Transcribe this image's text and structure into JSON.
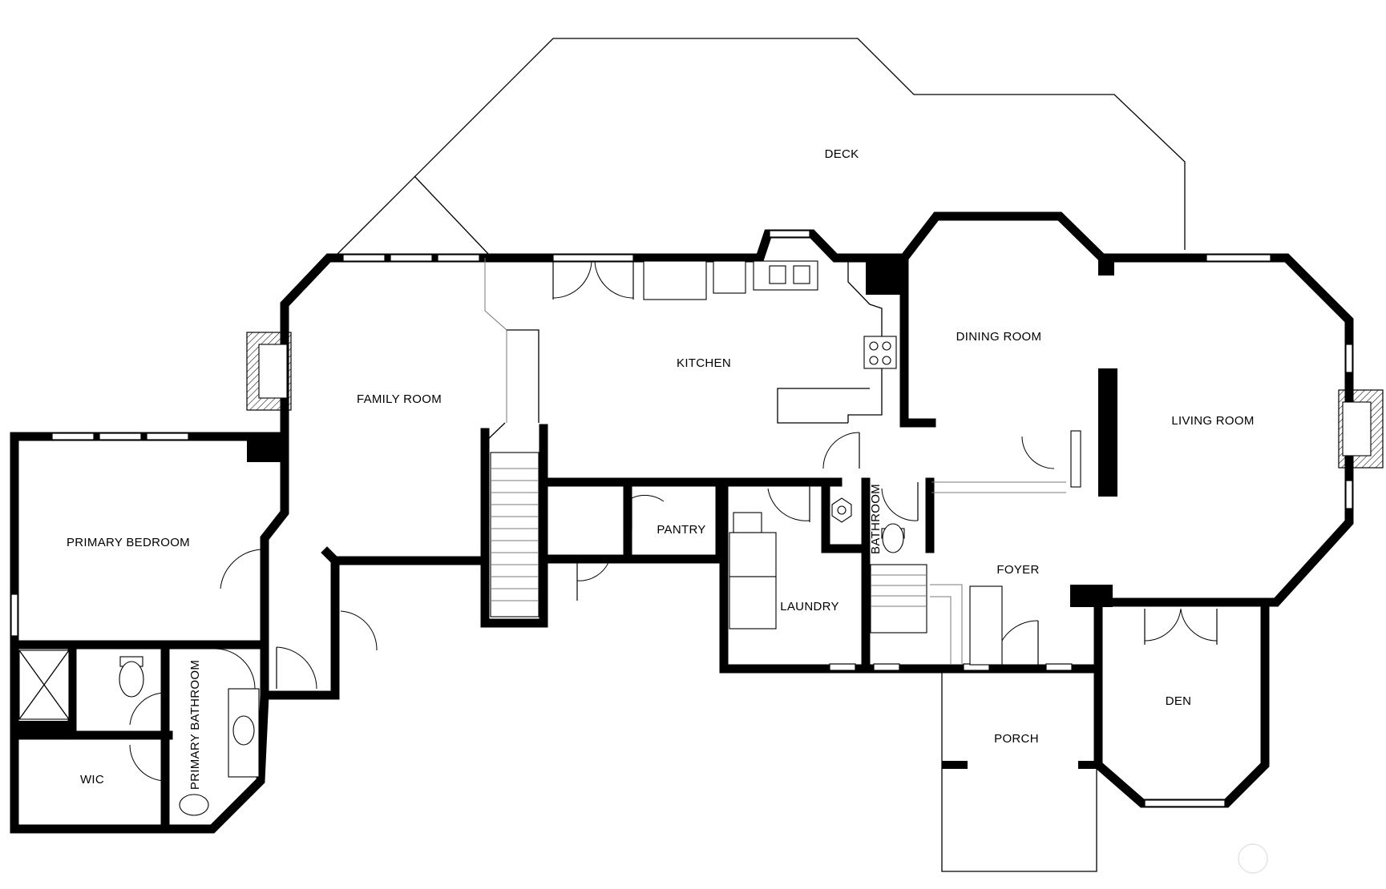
{
  "plan": {
    "rooms": [
      {
        "key": "deck",
        "label": "DECK"
      },
      {
        "key": "kitchen",
        "label": "KITCHEN"
      },
      {
        "key": "dining",
        "label": "DINING ROOM"
      },
      {
        "key": "family",
        "label": "FAMILY ROOM"
      },
      {
        "key": "living",
        "label": "LIVING ROOM"
      },
      {
        "key": "primary_bedroom",
        "label": "PRIMARY BEDROOM"
      },
      {
        "key": "pantry",
        "label": "PANTRY"
      },
      {
        "key": "bathroom",
        "label": "BATHROOM"
      },
      {
        "key": "foyer",
        "label": "FOYER"
      },
      {
        "key": "laundry",
        "label": "LAUNDRY"
      },
      {
        "key": "primary_bathroom",
        "label": "PRIMARY BATHROOM"
      },
      {
        "key": "den",
        "label": "DEN"
      },
      {
        "key": "wic",
        "label": "WIC"
      },
      {
        "key": "porch",
        "label": "PORCH"
      }
    ],
    "icons": [
      "fireplace-icon",
      "stairs-icon",
      "toilet-icon",
      "sink-icon",
      "shower-icon",
      "range-icon",
      "door-icon",
      "window-icon"
    ]
  }
}
